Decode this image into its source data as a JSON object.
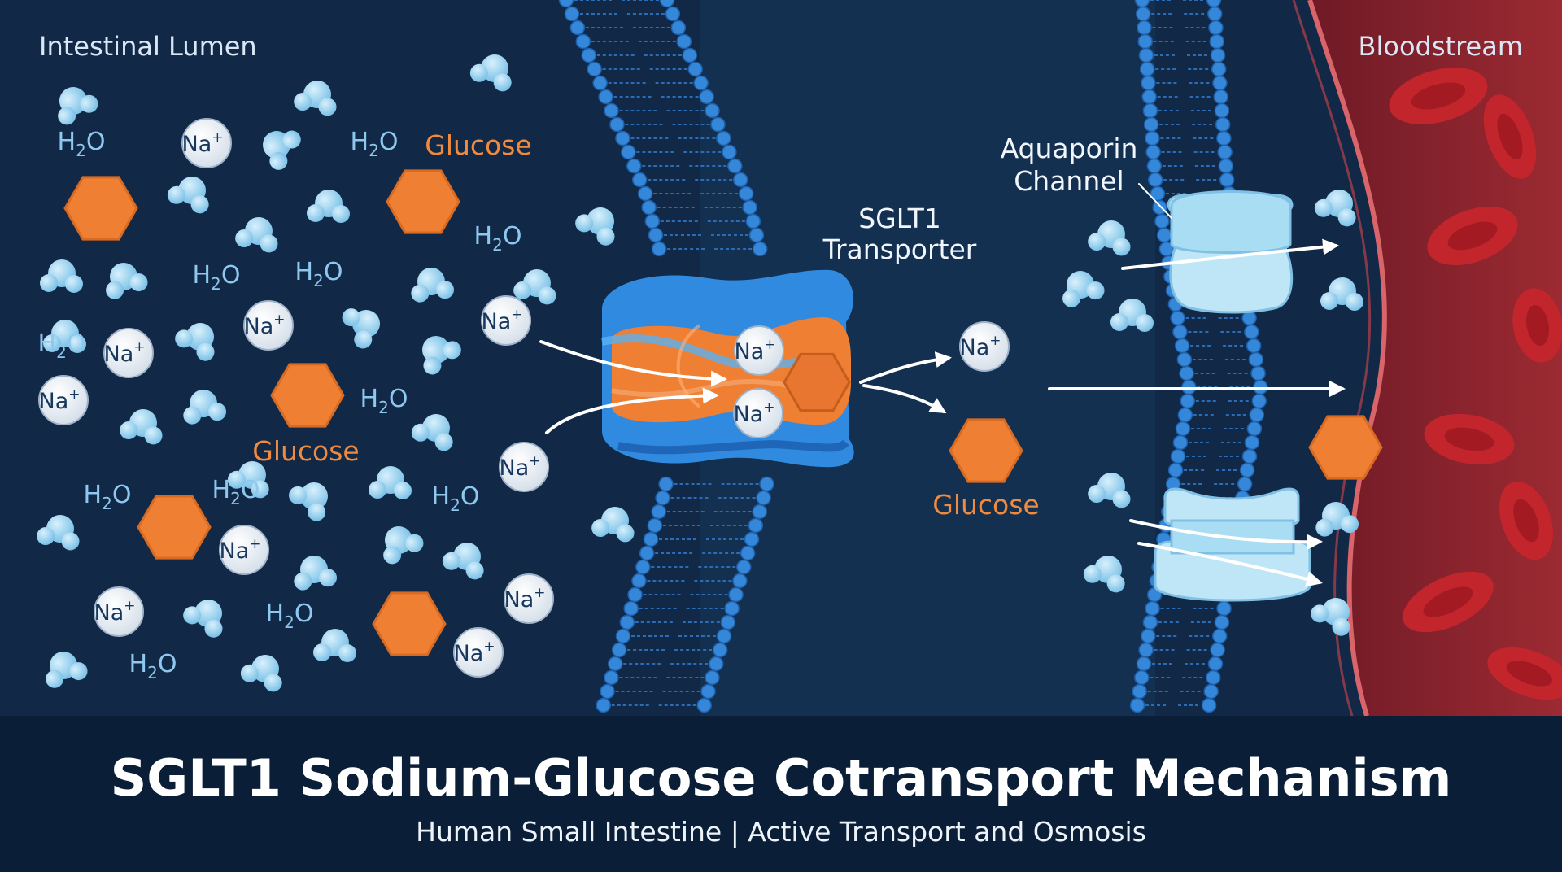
{
  "labels": {
    "lumen": "Intestinal Lumen",
    "bloodstream": "Bloodstream",
    "sglt1_line1": "SGLT1",
    "sglt1_line2": "Transporter",
    "aquaporin_line1": "Aquaporin",
    "aquaporin_line2": "Channel",
    "glucose": "Glucose",
    "h2o_main": "H",
    "h2o_sub": "2",
    "h2o_tail": "O",
    "na_main": "Na",
    "na_sup": "+"
  },
  "footer": {
    "title": "SGLT1 Sodium-Glucose Cotransport Mechanism",
    "subtitle": "Human Small Intestine | Active Transport and Osmosis"
  },
  "colors": {
    "background": "#112846",
    "membrane": "#2f7fd4",
    "transporter_orange": "#ef7f32",
    "transporter_blue": "#2f8ae0",
    "glucose": "#ef7f32",
    "water": "#9fd6f2",
    "sodium": "#f4f7fb",
    "blood_vessel": "#8f2530",
    "red_blood_cell": "#c3252c",
    "aquaporin": "#bfe6f7",
    "footer": "#0b1e38"
  },
  "icons": {
    "glucose": "glucose-hexagon-icon",
    "sodium": "sodium-ion-icon",
    "water": "water-molecule-icon",
    "arrow": "arrow-icon"
  }
}
